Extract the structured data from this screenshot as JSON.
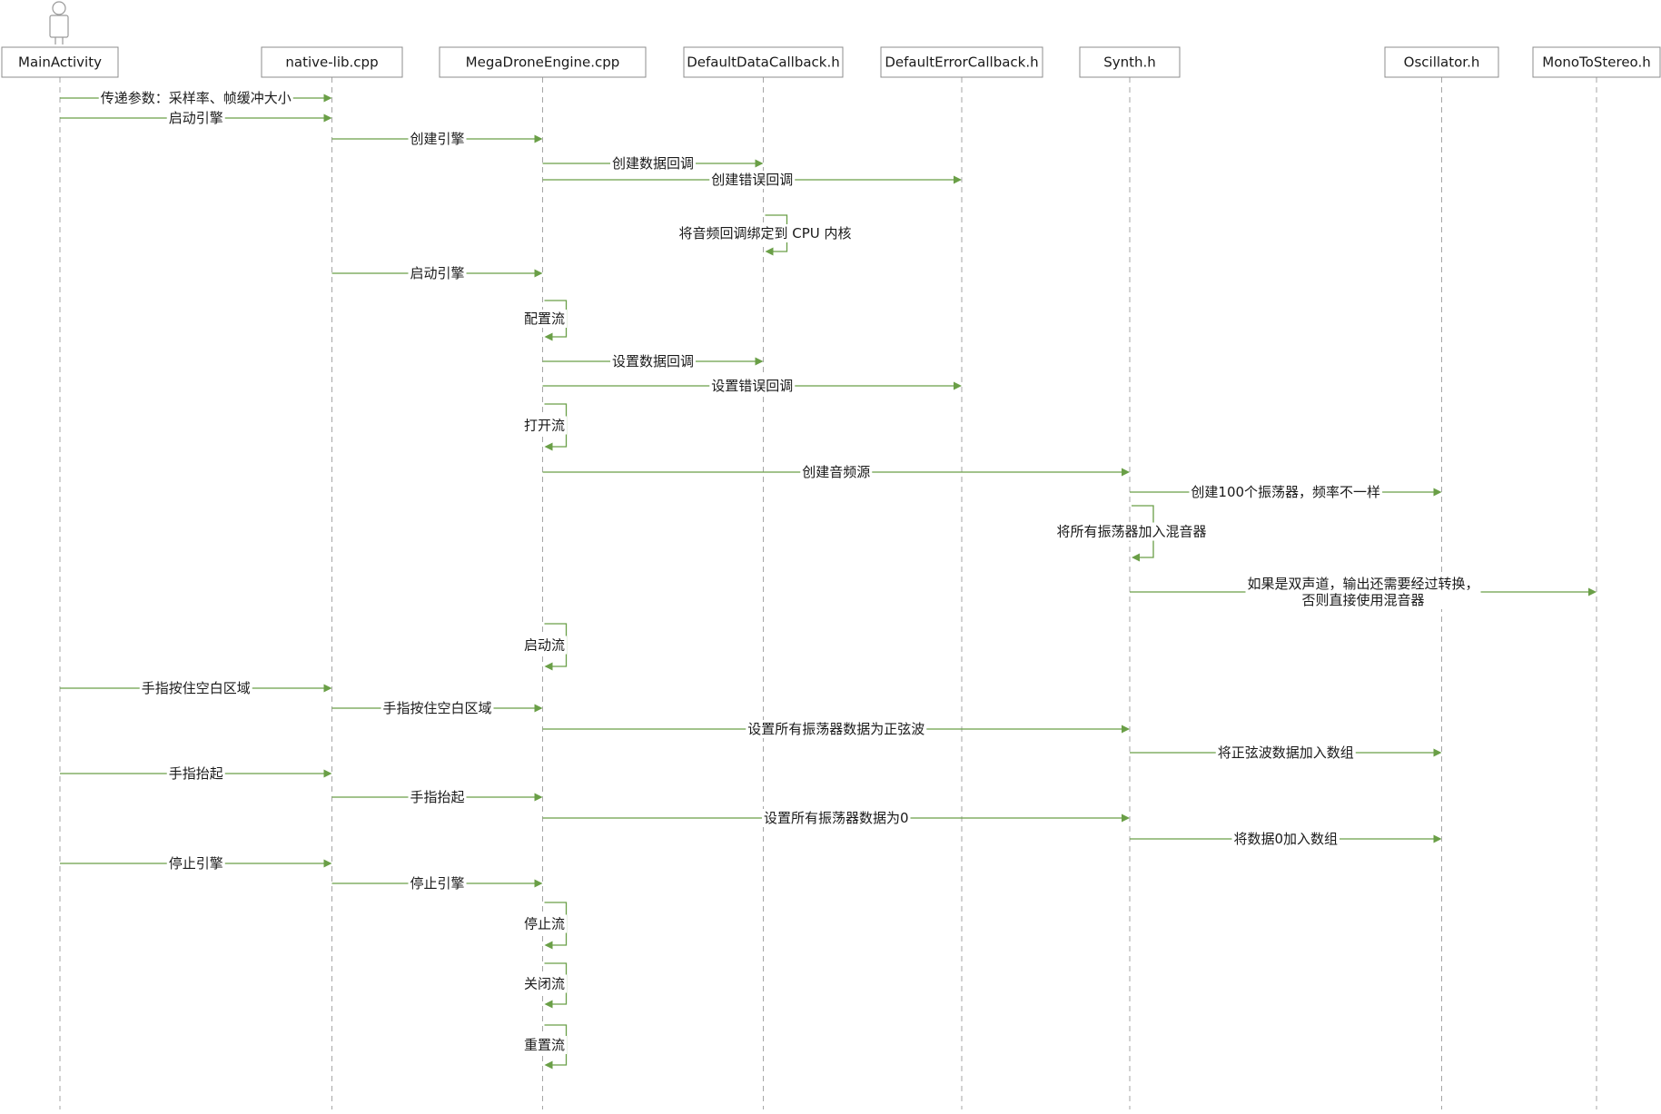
{
  "colors": {
    "message": "#6a9f47",
    "lifeline": "#a6a6a6",
    "box_border": "#8c8c8c"
  },
  "actor_icon": "stick-figure-icon",
  "participants": [
    "MainActivity",
    "native-lib.cpp",
    "MegaDroneEngine.cpp",
    "DefaultDataCallback.h",
    "DefaultErrorCallback.h",
    "Synth.h",
    "Oscillator.h",
    "MonoToStereo.h"
  ],
  "messages": [
    {
      "from": 0,
      "to": 1,
      "label": "传递参数：采样率、帧缓冲大小"
    },
    {
      "from": 0,
      "to": 1,
      "label": "启动引擎"
    },
    {
      "from": 1,
      "to": 2,
      "label": "创建引擎"
    },
    {
      "from": 2,
      "to": 3,
      "label": "创建数据回调"
    },
    {
      "from": 2,
      "to": 4,
      "label": "创建错误回调"
    },
    {
      "from": 3,
      "to": 3,
      "label": "将音频回调绑定到 CPU 内核"
    },
    {
      "from": 1,
      "to": 2,
      "label": "启动引擎"
    },
    {
      "from": 2,
      "to": 2,
      "label": "配置流"
    },
    {
      "from": 2,
      "to": 3,
      "label": "设置数据回调"
    },
    {
      "from": 2,
      "to": 4,
      "label": "设置错误回调"
    },
    {
      "from": 2,
      "to": 2,
      "label": "打开流"
    },
    {
      "from": 2,
      "to": 5,
      "label": "创建音频源"
    },
    {
      "from": 5,
      "to": 6,
      "label": "创建100个振荡器，频率不一样"
    },
    {
      "from": 5,
      "to": 5,
      "label": "将所有振荡器加入混音器"
    },
    {
      "from": 5,
      "to": 7,
      "label": "如果是双声道，输出还需要经过转换，\n否则直接使用混音器"
    },
    {
      "from": 2,
      "to": 2,
      "label": "启动流"
    },
    {
      "from": 0,
      "to": 1,
      "label": "手指按住空白区域"
    },
    {
      "from": 1,
      "to": 2,
      "label": "手指按住空白区域"
    },
    {
      "from": 2,
      "to": 5,
      "label": "设置所有振荡器数据为正弦波"
    },
    {
      "from": 5,
      "to": 6,
      "label": "将正弦波数据加入数组"
    },
    {
      "from": 0,
      "to": 1,
      "label": "手指抬起"
    },
    {
      "from": 1,
      "to": 2,
      "label": "手指抬起"
    },
    {
      "from": 2,
      "to": 5,
      "label": "设置所有振荡器数据为0"
    },
    {
      "from": 5,
      "to": 6,
      "label": "将数据0加入数组"
    },
    {
      "from": 0,
      "to": 1,
      "label": "停止引擎"
    },
    {
      "from": 1,
      "to": 2,
      "label": "停止引擎"
    },
    {
      "from": 2,
      "to": 2,
      "label": "停止流"
    },
    {
      "from": 2,
      "to": 2,
      "label": "关闭流"
    },
    {
      "from": 2,
      "to": 2,
      "label": "重置流"
    }
  ]
}
